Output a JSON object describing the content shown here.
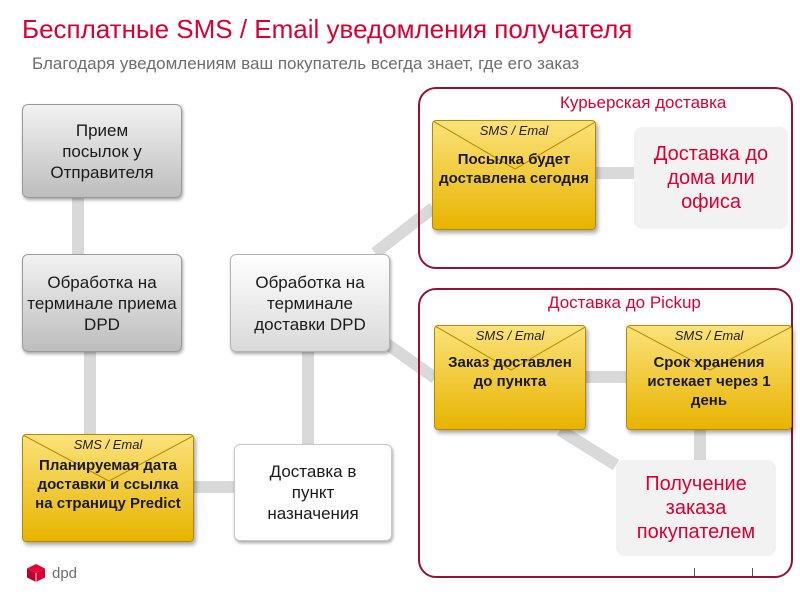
{
  "header": {
    "title": "Бесплатные SMS / Email уведомления получателя",
    "subtitle": "Благодаря уведомлениям  ваш покупатель  всегда знает, где его заказ"
  },
  "colors": {
    "brand": "#dc0032",
    "panel_border": "#9a1030",
    "connector": "#d9d9d9",
    "envelope": "#f2c200"
  },
  "flow": {
    "step_pickup": "Прием посылок у Отправителя",
    "step_origin_terminal": "Обработка на терминале приема  DPD",
    "step_dest_terminal": "Обработка на терминале доставки DPD",
    "step_dest_point": "Доставка в пункт назначения"
  },
  "envelopes": {
    "predict": {
      "label": "SMS / Emal",
      "text": "Планируемая дата доставки и ссылка на страницу Predict"
    },
    "courier_today": {
      "label": "SMS / Emal",
      "text": "Посылка будет доставлена сегодня"
    },
    "pickup_delivered": {
      "label": "SMS / Emal",
      "text": "Заказ доставлен до пункта"
    },
    "storage_expiring": {
      "label": "SMS / Emal",
      "text": "Срок хранения истекает через 1 день"
    }
  },
  "panels": {
    "courier": {
      "title": "Курьерская доставка",
      "result": "Доставка до дома или офиса"
    },
    "pickup": {
      "title": "Доставка до Pickup",
      "result": "Получение заказа покупателем"
    }
  },
  "logo": {
    "text": "dpd",
    "icon": "dpd-cube-icon"
  }
}
